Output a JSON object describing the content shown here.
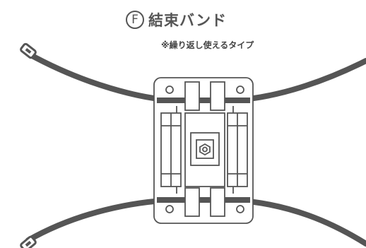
{
  "title": {
    "letter": "F",
    "text": "結束バンド"
  },
  "subtitle": "※繰り返し使えるタイプ",
  "colors": {
    "strap": "#555555",
    "outline": "#555555",
    "background": "#ffffff"
  }
}
